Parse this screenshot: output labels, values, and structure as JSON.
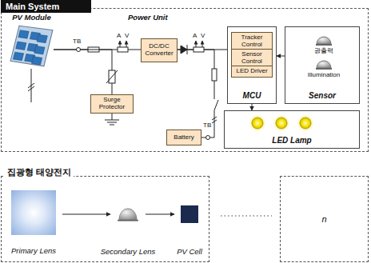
{
  "diagram": {
    "nodes": [
      {
        "text": [
          "Main System"
        ]
      },
      {
        "text": [
          "PV Module"
        ],
        "in": 0
      },
      {
        "text": [
          "DC/DC Converter"
        ],
        "in": 0
      },
      {
        "text": [
          "Surge Protector"
        ],
        "in": 0
      },
      {
        "text": [
          "Battery"
        ],
        "in": 0
      },
      {
        "text": [
          "MCU"
        ],
        "in": 0
      },
      {
        "text": [
          "Tracker Control"
        ],
        "in": 5
      },
      {
        "text": [
          "Sensor Control"
        ],
        "in": 5
      },
      {
        "text": [
          "LED Driver"
        ],
        "in": 5
      },
      {
        "text": [
          "Sensor"
        ],
        "in": 0
      },
      {
        "text": [
          "LED Lamp"
        ],
        "in": 0
      },
      {
        "text": [
          "집광형 태양전지"
        ]
      },
      {
        "text": [
          "Primary Lens"
        ],
        "in": 11
      },
      {
        "text": [
          "Secondary Lens"
        ],
        "in": 11
      },
      {
        "text": [
          "PV Cell"
        ],
        "in": 11
      },
      {
        "text": [
          "n"
        ]
      }
    ],
    "edges": [
      {
        "from": 1,
        "to": 2,
        "arrow": "none"
      },
      {
        "from": 1,
        "to": 3,
        "arrow": "none"
      },
      {
        "from": 2,
        "to": 4,
        "arrow": "none"
      },
      {
        "from": 2,
        "to": 5,
        "arrow": "none"
      },
      {
        "from": 9,
        "to": 5,
        "arrow": "to"
      },
      {
        "from": 5,
        "to": 10,
        "arrow": "to"
      },
      {
        "from": 12,
        "to": 13,
        "arrow": "to"
      },
      {
        "from": 13,
        "to": 14,
        "arrow": "to"
      }
    ],
    "labels": [
      "TB",
      "Power Unit",
      "A",
      "V",
      "A",
      "V",
      "TB",
      "광출력",
      "Illumination"
    ]
  }
}
